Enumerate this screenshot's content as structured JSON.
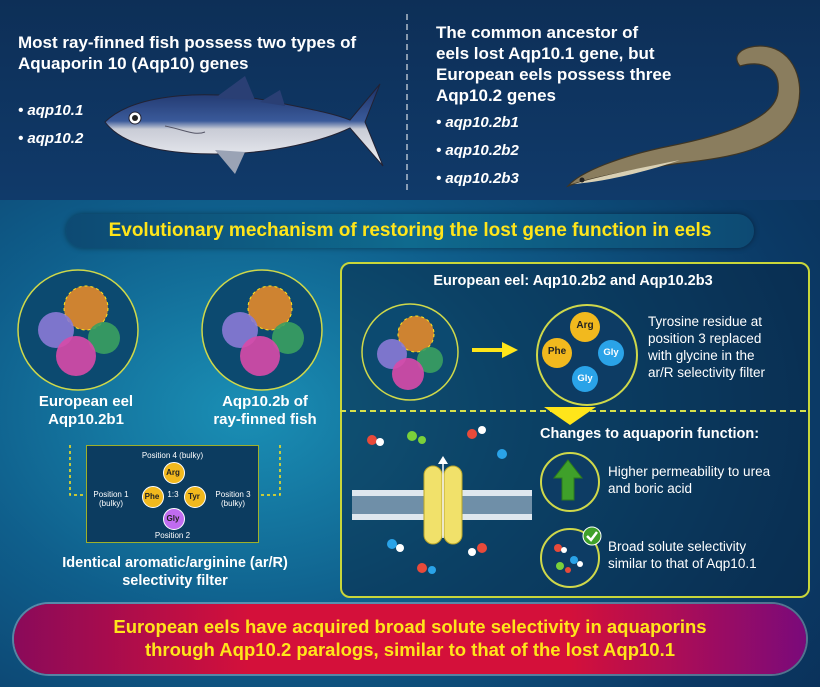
{
  "top_left": {
    "heading": [
      "Most ray-finned fish possess two types of",
      "Aquaporin 10 (Aqp10) genes"
    ],
    "genes": [
      "aqp10.1",
      "aqp10.2"
    ]
  },
  "top_right": {
    "heading": [
      "The common ancestor of",
      "eels lost Aqp10.1 gene, but",
      "European eels possess three",
      "Aqp10.2 genes"
    ],
    "genes": [
      "aqp10.2b1",
      "aqp10.2b2",
      "aqp10.2b3"
    ]
  },
  "banner": "Evolutionary mechanism of restoring the lost gene function in eels",
  "left": {
    "eel_label": [
      "European eel",
      "Aqp10.2b1"
    ],
    "fish_label": [
      "Aqp10.2b of",
      "ray-finned fish"
    ],
    "filter": {
      "pos4": "Position 4 (bulky)",
      "pos1": [
        "Position 1",
        "(bulky)"
      ],
      "pos3": [
        "Position 3",
        "(bulky)"
      ],
      "pos2": "Position 2",
      "residues": [
        "Arg",
        "Phe",
        "Tyr",
        "Gly"
      ],
      "center": [
        "1",
        "3"
      ]
    },
    "filter_caption": [
      "Identical aromatic/arginine (ar/R)",
      "selectivity filter"
    ]
  },
  "panel": {
    "title": "European eel: Aqp10.2b2 and Aqp10.2b3",
    "residues": [
      "Arg",
      "Phe",
      "Gly",
      "Gly"
    ],
    "tyrosine_note": [
      "Tyrosine residue at",
      "position 3 replaced",
      "with glycine in the",
      "ar/R selectivity filter"
    ],
    "changes_heading": "Changes to aquaporin function:",
    "change1": [
      "Higher permeability to urea",
      "and boric acid"
    ],
    "change2": [
      "Broad solute selectivity",
      "similar to that of Aqp10.1"
    ]
  },
  "footer": [
    "European eels have acquired broad solute selectivity in aquaporins",
    "through Aqp10.2 paralogs, similar to that of the lost Aqp10.1"
  ],
  "colors": {
    "accent_yellow": "#ffe51a",
    "arg": "#f2b91e",
    "phe": "#f2b91e",
    "tyr": "#f2b91e",
    "gly": "#c06cf0",
    "gly_blue": "#2aa3e8",
    "arrow_green": "#3fa02a"
  }
}
